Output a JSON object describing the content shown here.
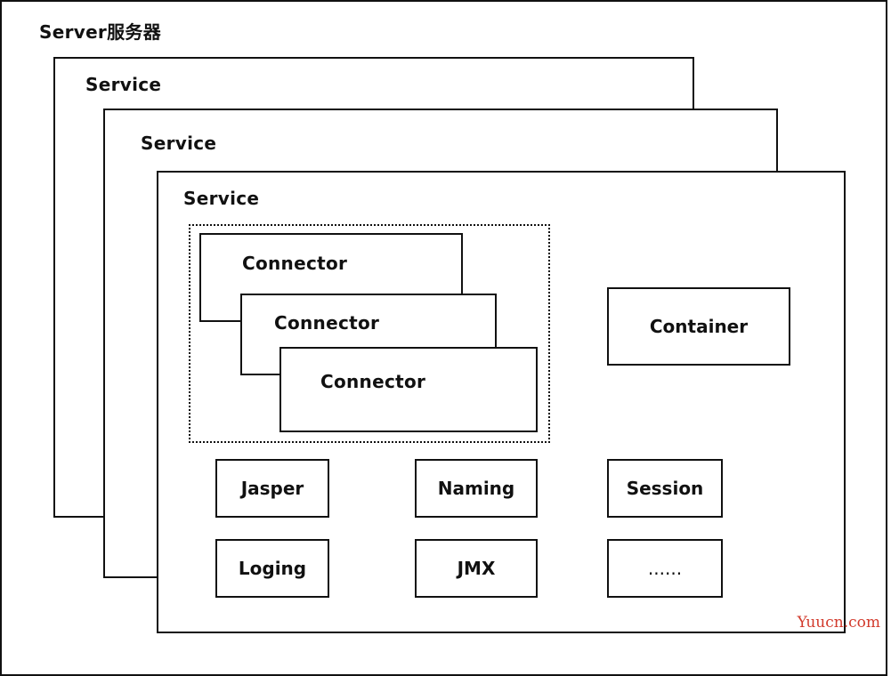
{
  "server": {
    "title": "Server服务器"
  },
  "services": [
    {
      "label": "Service"
    },
    {
      "label": "Service"
    },
    {
      "label": "Service"
    }
  ],
  "connectors": [
    {
      "label": "Connector"
    },
    {
      "label": "Connector"
    },
    {
      "label": "Connector"
    }
  ],
  "container": {
    "label": "Container"
  },
  "components": [
    {
      "label": "Jasper"
    },
    {
      "label": "Naming"
    },
    {
      "label": "Session"
    },
    {
      "label": "Loging"
    },
    {
      "label": "JMX"
    },
    {
      "label": "......"
    }
  ],
  "watermark": {
    "text": "Yuucn.com"
  }
}
